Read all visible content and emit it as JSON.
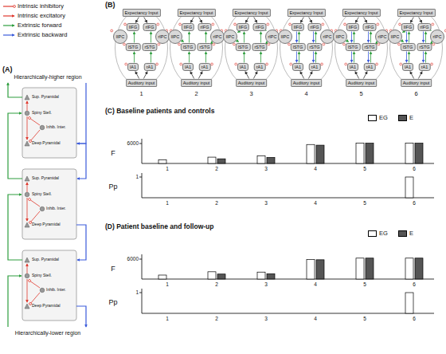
{
  "diagram": {
    "nodes": [
      {
        "text": [
          "Expectancy Input"
        ]
      },
      {
        "text": [
          "lIFG"
        ]
      },
      {
        "text": [
          "rIFG"
        ]
      },
      {
        "text": [
          "lIPC"
        ]
      },
      {
        "text": [
          "rIPC"
        ]
      },
      {
        "text": [
          "lSTG"
        ]
      },
      {
        "text": [
          "rSTG"
        ]
      },
      {
        "text": [
          "lA1"
        ]
      },
      {
        "text": [
          "rA1"
        ]
      },
      {
        "text": [
          "Auditory input"
        ]
      },
      {
        "text": [
          "Expectancy Input"
        ]
      },
      {
        "text": [
          "lIFG"
        ]
      },
      {
        "text": [
          "rIFG"
        ]
      },
      {
        "text": [
          "lIPC"
        ]
      },
      {
        "text": [
          "rIPC"
        ]
      },
      {
        "text": [
          "lSTG"
        ]
      },
      {
        "text": [
          "rSTG"
        ]
      },
      {
        "text": [
          "lA1"
        ]
      },
      {
        "text": [
          "rA1"
        ]
      },
      {
        "text": [
          "Auditory input"
        ]
      },
      {
        "text": [
          "Expectancy Input"
        ]
      },
      {
        "text": [
          "lIFG"
        ]
      },
      {
        "text": [
          "rIFG"
        ]
      },
      {
        "text": [
          "lIPC"
        ]
      },
      {
        "text": [
          "rIPC"
        ]
      },
      {
        "text": [
          "lSTG"
        ]
      },
      {
        "text": [
          "rSTG"
        ]
      },
      {
        "text": [
          "lA1"
        ]
      },
      {
        "text": [
          "rA1"
        ]
      },
      {
        "text": [
          "Auditory input"
        ]
      },
      {
        "text": [
          "Expectancy Input"
        ]
      },
      {
        "text": [
          "lIFG"
        ]
      },
      {
        "text": [
          "rIFG"
        ]
      },
      {
        "text": [
          "lIPC"
        ]
      },
      {
        "text": [
          "rIPC"
        ]
      },
      {
        "text": [
          "lSTG"
        ]
      },
      {
        "text": [
          "rSTG"
        ]
      },
      {
        "text": [
          "lA1"
        ]
      },
      {
        "text": [
          "rA1"
        ]
      },
      {
        "text": [
          "Auditory input"
        ]
      },
      {
        "text": [
          "Expectancy Input"
        ]
      },
      {
        "text": [
          "lIFG"
        ]
      },
      {
        "text": [
          "rIFG"
        ]
      },
      {
        "text": [
          "lIPC"
        ]
      },
      {
        "text": [
          "rIPC"
        ]
      },
      {
        "text": [
          "lSTG"
        ]
      },
      {
        "text": [
          "rSTG"
        ]
      },
      {
        "text": [
          "lA1"
        ]
      },
      {
        "text": [
          "rA1"
        ]
      },
      {
        "text": [
          "Auditory input"
        ]
      },
      {
        "text": [
          "Expectancy Input"
        ]
      },
      {
        "text": [
          "lIFG"
        ]
      },
      {
        "text": [
          "rIFG"
        ]
      },
      {
        "text": [
          "lIPC"
        ]
      },
      {
        "text": [
          "rIPC"
        ]
      },
      {
        "text": [
          "lSTG"
        ]
      },
      {
        "text": [
          "rSTG"
        ]
      },
      {
        "text": [
          "lA1"
        ]
      },
      {
        "text": [
          "rA1"
        ]
      },
      {
        "text": [
          "Auditory input"
        ]
      }
    ],
    "edges": [
      {
        "from": 9,
        "to": 7,
        "arrow": "to"
      },
      {
        "from": 9,
        "to": 8,
        "arrow": "to"
      },
      {
        "from": 7,
        "to": 5,
        "arrow": "to"
      },
      {
        "from": 8,
        "to": 6,
        "arrow": "to"
      },
      {
        "from": 5,
        "to": 1,
        "arrow": "to"
      },
      {
        "from": 6,
        "to": 2,
        "arrow": "to"
      },
      {
        "from": 0,
        "to": 1,
        "arrow": "to"
      },
      {
        "from": 0,
        "to": 2,
        "arrow": "to"
      },
      {
        "from": 19,
        "to": 17,
        "arrow": "to"
      },
      {
        "from": 19,
        "to": 18,
        "arrow": "to"
      },
      {
        "from": 17,
        "to": 15,
        "arrow": "to"
      },
      {
        "from": 18,
        "to": 16,
        "arrow": "to"
      },
      {
        "from": 15,
        "to": 11,
        "arrow": "to"
      },
      {
        "from": 16,
        "to": 12,
        "arrow": "to"
      },
      {
        "from": 10,
        "to": 11,
        "arrow": "to"
      },
      {
        "from": 10,
        "to": 12,
        "arrow": "to"
      },
      {
        "from": 15,
        "to": 13,
        "arrow": "to"
      },
      {
        "from": 16,
        "to": 14,
        "arrow": "to"
      },
      {
        "from": 29,
        "to": 27,
        "arrow": "to"
      },
      {
        "from": 29,
        "to": 28,
        "arrow": "to"
      },
      {
        "from": 27,
        "to": 25,
        "arrow": "to"
      },
      {
        "from": 28,
        "to": 26,
        "arrow": "to"
      },
      {
        "from": 25,
        "to": 21,
        "arrow": "to"
      },
      {
        "from": 26,
        "to": 22,
        "arrow": "to"
      },
      {
        "from": 20,
        "to": 21,
        "arrow": "to"
      },
      {
        "from": 20,
        "to": 22,
        "arrow": "to"
      },
      {
        "from": 25,
        "to": 23,
        "arrow": "to"
      },
      {
        "from": 26,
        "to": 24,
        "arrow": "to"
      },
      {
        "from": 23,
        "to": 21,
        "arrow": "to"
      },
      {
        "from": 24,
        "to": 22,
        "arrow": "to"
      },
      {
        "from": 39,
        "to": 37,
        "arrow": "to"
      },
      {
        "from": 39,
        "to": 38,
        "arrow": "to"
      },
      {
        "from": 37,
        "to": 35,
        "arrow": "to"
      },
      {
        "from": 38,
        "to": 36,
        "arrow": "to"
      },
      {
        "from": 35,
        "to": 31,
        "arrow": "to"
      },
      {
        "from": 36,
        "to": 32,
        "arrow": "to"
      },
      {
        "from": 30,
        "to": 31,
        "arrow": "to"
      },
      {
        "from": 30,
        "to": 32,
        "arrow": "to"
      },
      {
        "from": 31,
        "to": 35,
        "arrow": "to"
      },
      {
        "from": 32,
        "to": 36,
        "arrow": "to"
      },
      {
        "from": 35,
        "to": 37,
        "arrow": "to"
      },
      {
        "from": 36,
        "to": 38,
        "arrow": "to"
      },
      {
        "from": 49,
        "to": 47,
        "arrow": "to"
      },
      {
        "from": 49,
        "to": 48,
        "arrow": "to"
      },
      {
        "from": 47,
        "to": 45,
        "arrow": "to"
      },
      {
        "from": 48,
        "to": 46,
        "arrow": "to"
      },
      {
        "from": 45,
        "to": 41,
        "arrow": "to"
      },
      {
        "from": 46,
        "to": 42,
        "arrow": "to"
      },
      {
        "from": 40,
        "to": 41,
        "arrow": "to"
      },
      {
        "from": 40,
        "to": 42,
        "arrow": "to"
      },
      {
        "from": 45,
        "to": 43,
        "arrow": "to"
      },
      {
        "from": 46,
        "to": 44,
        "arrow": "to"
      },
      {
        "from": 41,
        "to": 45,
        "arrow": "to"
      },
      {
        "from": 42,
        "to": 46,
        "arrow": "to"
      },
      {
        "from": 45,
        "to": 47,
        "arrow": "to"
      },
      {
        "from": 46,
        "to": 48,
        "arrow": "to"
      },
      {
        "from": 59,
        "to": 57,
        "arrow": "to"
      },
      {
        "from": 59,
        "to": 58,
        "arrow": "to"
      },
      {
        "from": 57,
        "to": 55,
        "arrow": "to"
      },
      {
        "from": 58,
        "to": 56,
        "arrow": "to"
      },
      {
        "from": 55,
        "to": 51,
        "arrow": "to"
      },
      {
        "from": 56,
        "to": 52,
        "arrow": "to"
      },
      {
        "from": 50,
        "to": 51,
        "arrow": "to"
      },
      {
        "from": 50,
        "to": 52,
        "arrow": "to"
      },
      {
        "from": 55,
        "to": 53,
        "arrow": "to"
      },
      {
        "from": 56,
        "to": 54,
        "arrow": "to"
      },
      {
        "from": 53,
        "to": 51,
        "arrow": "to"
      },
      {
        "from": 54,
        "to": 52,
        "arrow": "to"
      },
      {
        "from": 51,
        "to": 55,
        "arrow": "to"
      },
      {
        "from": 52,
        "to": 56,
        "arrow": "to"
      },
      {
        "from": 55,
        "to": 57,
        "arrow": "to"
      },
      {
        "from": 56,
        "to": 58,
        "arrow": "to"
      }
    ],
    "labels": [
      "(A)",
      "Hierarchically-higher region",
      "Hierarchically-lower region",
      "Sup. Pyramidal",
      "Spiny Stell.",
      "Inhib. Inter.",
      "Deep Pyramidal",
      "Sup. Pyramidal",
      "Spiny Stell.",
      "Inhib. Inter.",
      "Deep Pyramidal",
      "Sup. Pyramidal",
      "Spiny Stell.",
      "Inhib. Inter.",
      "Deep Pyramidal",
      "(B)",
      "1",
      "2",
      "3",
      "4",
      "5",
      "6",
      "(C) Baseline patients and controls",
      "F",
      "6000",
      "Pp",
      "1",
      "1",
      "2",
      "3",
      "4",
      "5",
      "6",
      "1",
      "2",
      "3",
      "4",
      "5",
      "6",
      "(D) Patient baseline and follow-up",
      "F",
      "6000",
      "Pp",
      "1",
      "1",
      "2",
      "3",
      "4",
      "5",
      "6",
      "1",
      "2",
      "3",
      "4",
      "5",
      "6"
    ],
    "legend": [
      {
        "text": "Intrinsic inhibitory"
      },
      {
        "text": "Intrinsic excitatory"
      },
      {
        "text": "Extrinsic forward"
      },
      {
        "text": "Extrinsic backward"
      },
      {
        "text": "EG",
        "color": "#ffffff"
      },
      {
        "text": "E",
        "color": "#555555"
      },
      {
        "text": "EG",
        "color": "#ffffff"
      },
      {
        "text": "E",
        "color": "#555555"
      }
    ]
  }
}
